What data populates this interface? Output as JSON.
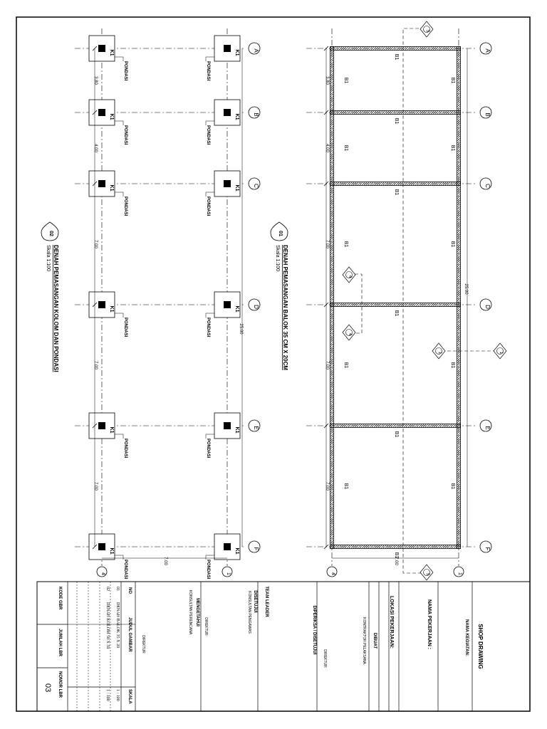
{
  "plan_beam": {
    "title": "DENAH PEMASANGAN BALOK 35 CM X 20CM",
    "scale": "Skala 1:100",
    "number": "01",
    "beam_label": "B1",
    "overall_dim": "25.00",
    "dims": [
      "3.80",
      "4.00",
      "7.00",
      "7.00",
      "7.00"
    ],
    "width_dim": "7.00",
    "section_marks": [
      "1",
      "4",
      "5"
    ]
  },
  "plan_column": {
    "title": "DENAH PEMASANGAN KOLOM DAN PONDASI",
    "scale": "Skala 1:100",
    "number": "02",
    "column_label": "K1",
    "foundation_label": "PONDASI",
    "overall_dim": "25.00",
    "dims": [
      "3.80",
      "4.00",
      "7.00",
      "7.00",
      "7.00"
    ],
    "width_dim": "7.00"
  },
  "grid_rows": [
    "A",
    "B",
    "C",
    "D",
    "E",
    "F"
  ],
  "grid_cols": [
    "4",
    "1"
  ],
  "title_block": {
    "shop_drawing": "SHOP DRAWING",
    "nama_kegiatan": "NAMA KEGIATAN:",
    "nama_pekerjaan": "NAMA PEKERJAAN :",
    "lokasi": "LOKASI PEKERJAAN:",
    "dibuat": "DIBUAT",
    "kontraktor": "KONTRAKTOR PELAKSANA",
    "direktur": "DIREKTUR",
    "diperiksa": "DIPERIKSA / DISETUJUI",
    "disetujui": "DISETUJUI",
    "team_leader": "TEAM LEADER",
    "konsultan_pengawas": "KONSULTAN PENGAWAS",
    "mengetahui": "MENGETAHUI",
    "konsultan_perencana": "KONSULTAN PERENCANA",
    "col_no": "NO",
    "col_judul": "JUDUL GAMBAR",
    "col_skala": "SKALA",
    "rows": [
      {
        "no": "01",
        "judul": "DENAH BALOK 35 X 20",
        "skala": "1 : 100"
      },
      {
        "no": "02",
        "judul": "DENAH KOLOM 50 X 50",
        "skala": "1 : 100"
      }
    ],
    "kode_gbr": "KODE GBR",
    "jumlah_lbr": "JUMLAH LBR",
    "nomor_lbr": "NOMOR LBR",
    "nomor_value": "03"
  }
}
